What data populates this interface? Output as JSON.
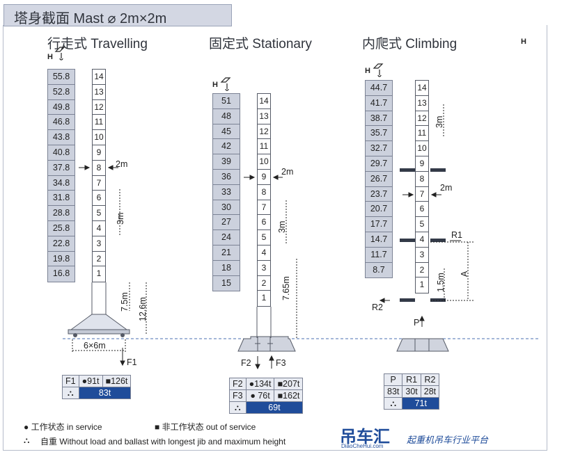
{
  "header": {
    "title": "塔身截面 Mast ⌀ 2m×2m"
  },
  "corner_h": "H",
  "travelling": {
    "title": "行走式 Travelling",
    "h_label": "H",
    "heights": [
      "55.8",
      "52.8",
      "49.8",
      "46.8",
      "43.8",
      "40.8",
      "37.8",
      "34.8",
      "31.8",
      "28.8",
      "25.8",
      "22.8",
      "19.8",
      "16.8"
    ],
    "sections": [
      "14",
      "13",
      "12",
      "11",
      "10",
      "9",
      "8",
      "7",
      "6",
      "5",
      "4",
      "3",
      "2",
      "1"
    ],
    "dim_width": "2m",
    "dim_section": "3m",
    "dim_base": "7.5m",
    "dim_total": "12.6m",
    "dim_footprint": "6×6m",
    "force": "F1",
    "table": {
      "label": "F1",
      "in_service": "●91t",
      "out_service": "■126t",
      "self_weight": "83t"
    }
  },
  "stationary": {
    "title": "固定式 Stationary",
    "h_label": "H",
    "heights": [
      "51",
      "48",
      "45",
      "42",
      "39",
      "36",
      "33",
      "30",
      "27",
      "24",
      "21",
      "18",
      "15"
    ],
    "sections": [
      "14",
      "13",
      "12",
      "11",
      "10",
      "9",
      "8",
      "7",
      "6",
      "5",
      "4",
      "3",
      "2",
      "1"
    ],
    "dim_width": "2m",
    "dim_section": "3m",
    "dim_base": "7.65m",
    "force_left": "F2",
    "force_right": "F3",
    "table": {
      "row1_label": "F2",
      "row1_in": "●134t",
      "row1_out": "■207t",
      "row2_label": "F3",
      "row2_in": "● 76t",
      "row2_out": "■162t",
      "self_weight": "69t"
    }
  },
  "climbing": {
    "title": "内爬式 Climbing",
    "h_label": "H",
    "heights": [
      "44.7",
      "41.7",
      "38.7",
      "35.7",
      "32.7",
      "29.7",
      "26.7",
      "23.7",
      "20.7",
      "17.7",
      "14.7",
      "11.7",
      "8.7"
    ],
    "sections": [
      "14",
      "13",
      "12",
      "11",
      "10",
      "9",
      "8",
      "7",
      "6",
      "5",
      "4",
      "3",
      "2",
      "1"
    ],
    "dim_width": "2m",
    "dim_section": "3m",
    "dim_collar": "1.5m",
    "dim_a": "A",
    "reaction1": "R1",
    "reaction2": "R2",
    "force_p": "P",
    "table": {
      "headers": [
        "P",
        "R1",
        "R2"
      ],
      "values": [
        "83t",
        "30t",
        "28t"
      ],
      "self_weight": "71t"
    }
  },
  "legend": {
    "in_service": "● 工作状态 in service",
    "out_service": "■ 非工作状态 out of service",
    "self_weight": "自重 Without load and ballast with longest jib and maximum height"
  },
  "watermark": {
    "brand": "吊车汇",
    "url": "DiaoCheHui.com",
    "tagline": "起重机吊车行业平台"
  }
}
